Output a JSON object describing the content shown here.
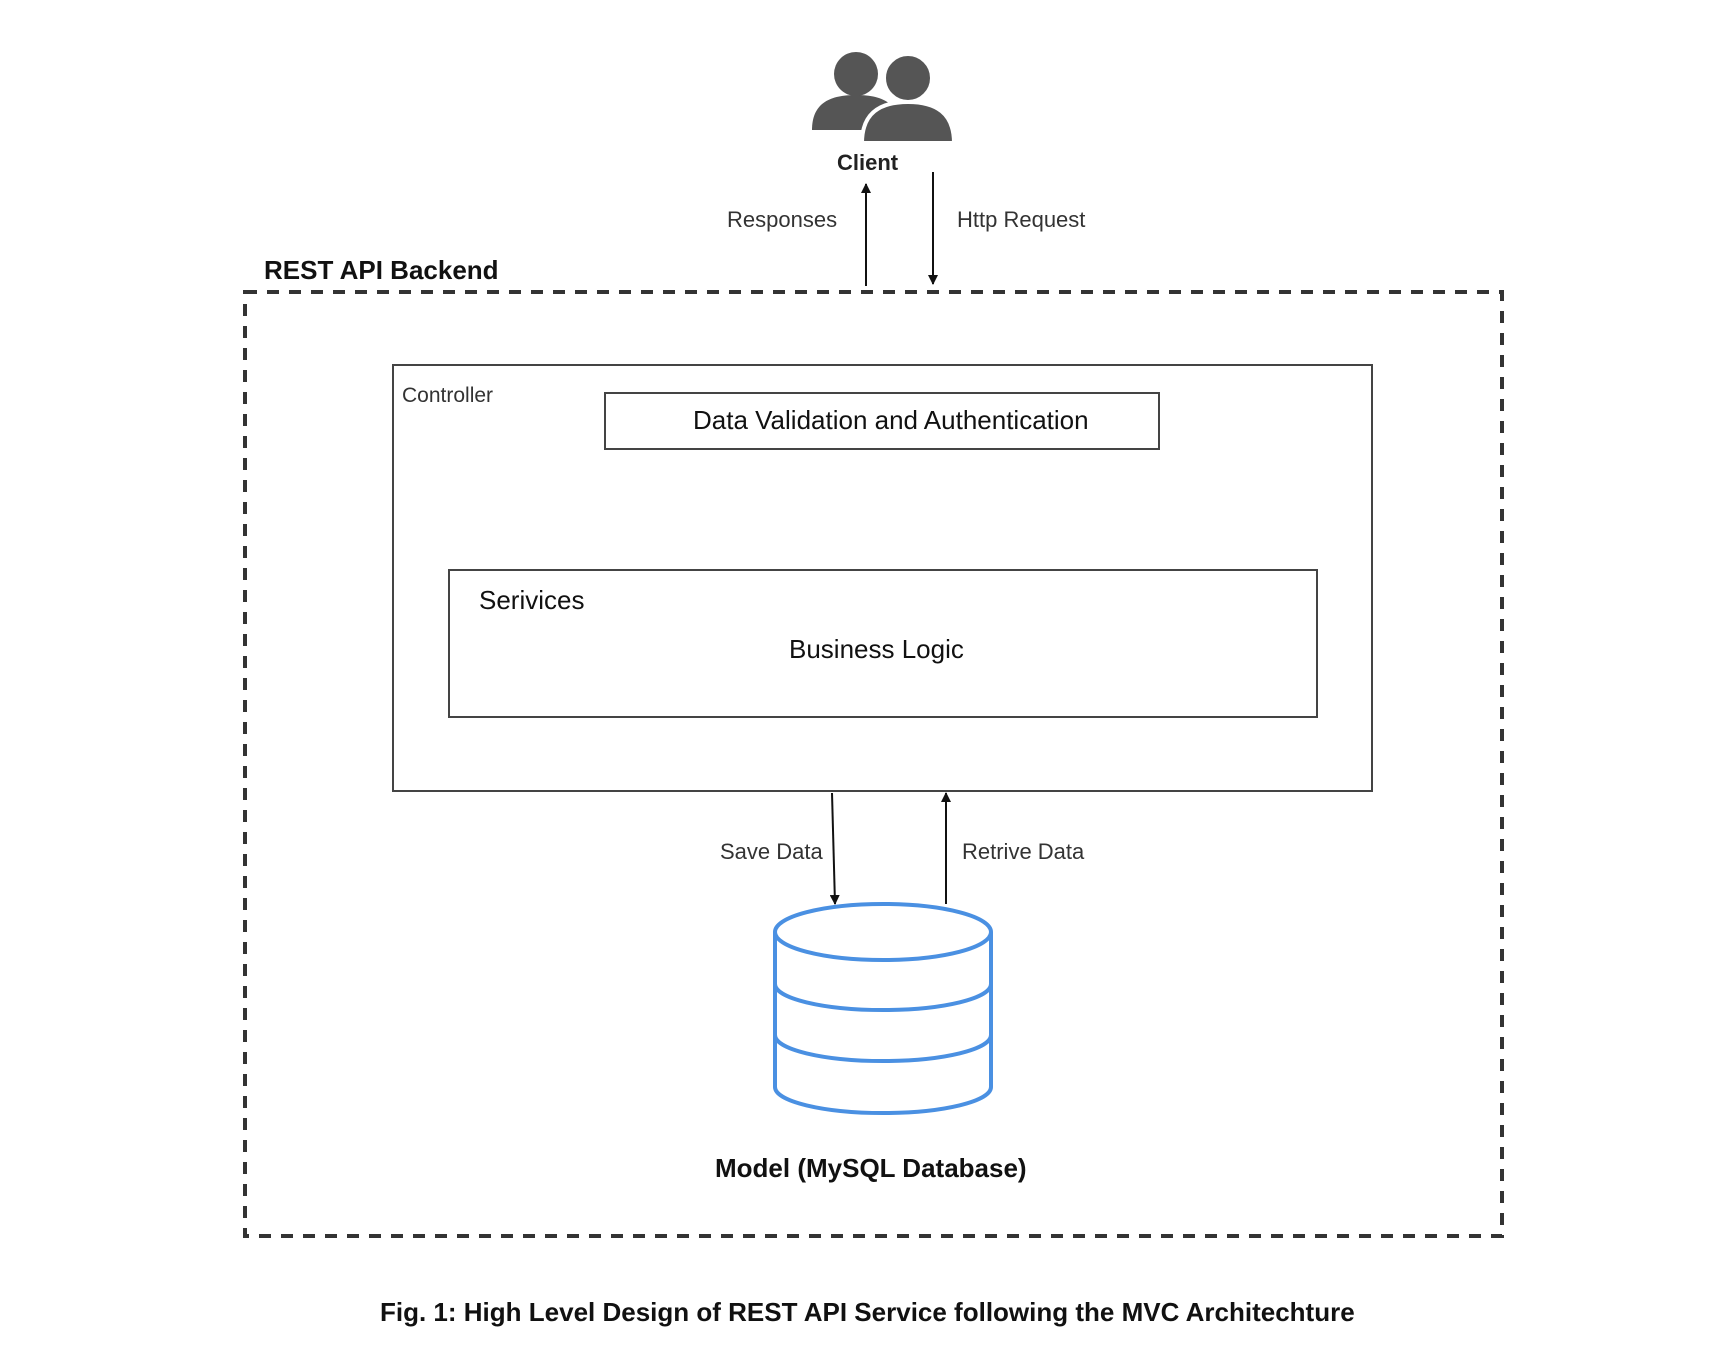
{
  "client": {
    "label": "Client"
  },
  "edges": {
    "responses": "Responses",
    "http_request": "Http Request",
    "save_data": "Save Data",
    "retrive_data": "Retrive Data"
  },
  "backend": {
    "title": "REST API Backend"
  },
  "controller": {
    "label": "Controller",
    "validation": "Data Validation and Authentication"
  },
  "services": {
    "label": "Serivices",
    "content": "Business Logic"
  },
  "model": {
    "label": "Model (MySQL Database)"
  },
  "caption": "Fig. 1: High Level Design of REST API Service following the MVC Architechture",
  "colors": {
    "database": "#4a90e2",
    "icon": "#555555"
  },
  "icons": {
    "client": "users-icon",
    "model": "database-icon"
  }
}
